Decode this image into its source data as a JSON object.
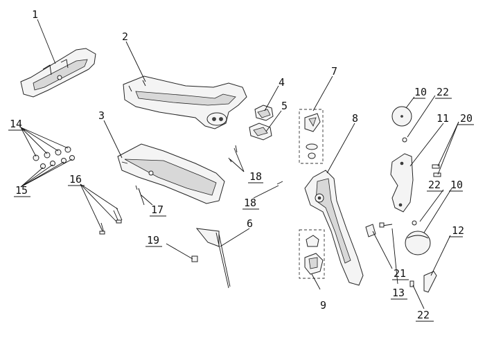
{
  "labels": [
    "1",
    "2",
    "3",
    "4",
    "5",
    "6",
    "7",
    "8",
    "9",
    "10",
    "10",
    "11",
    "12",
    "13",
    "14",
    "15",
    "16",
    "17",
    "18",
    "18",
    "19",
    "20",
    "21",
    "22",
    "22",
    "22"
  ]
}
